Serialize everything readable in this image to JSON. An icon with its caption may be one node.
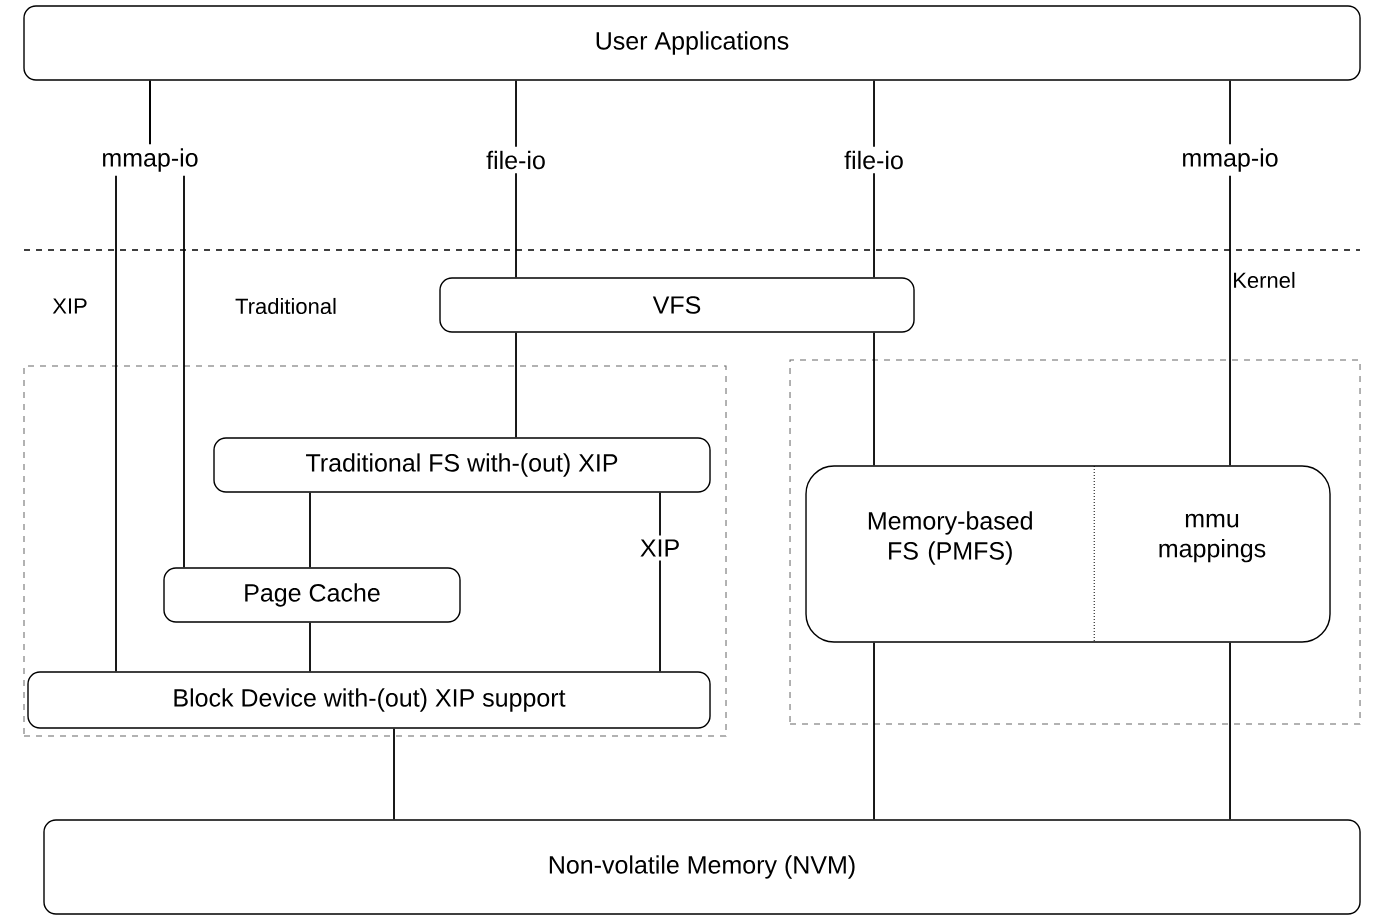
{
  "diagram": {
    "nodes": [
      {
        "text": [
          "User Applications"
        ]
      },
      {
        "text": [
          "VFS"
        ]
      },
      {
        "text": [],
        "shape": "box"
      },
      {
        "text": [
          "Traditional FS with-(out) XIP"
        ],
        "in": 2
      },
      {
        "text": [
          "Page Cache"
        ],
        "in": 2
      },
      {
        "text": [
          "Block Device with-(out) XIP support"
        ],
        "in": 2
      },
      {
        "text": [],
        "shape": "box"
      },
      {
        "text": [
          "Memory-based FS (PMFS)",
          "mmu mappings"
        ],
        "in": 6
      },
      {
        "text": [
          "Non-volatile Memory (NVM)"
        ]
      }
    ],
    "edges": [
      {
        "from": 0,
        "to": 5,
        "arrow": "none",
        "label": "mmap-io"
      },
      {
        "from": 0,
        "to": 4,
        "arrow": "none"
      },
      {
        "from": 0,
        "to": 1,
        "arrow": "none",
        "label": "file-io"
      },
      {
        "from": 1,
        "to": 3,
        "arrow": "none"
      },
      {
        "from": 0,
        "to": 1,
        "arrow": "none",
        "label": "file-io"
      },
      {
        "from": 1,
        "to": 7,
        "arrow": "none"
      },
      {
        "from": 0,
        "to": 7,
        "arrow": "none",
        "label": "mmap-io"
      },
      {
        "from": 3,
        "to": 4,
        "arrow": "none"
      },
      {
        "from": 3,
        "to": 5,
        "arrow": "none",
        "label": "XIP"
      },
      {
        "from": 4,
        "to": 5,
        "arrow": "none"
      },
      {
        "from": 5,
        "to": 8,
        "arrow": "none"
      },
      {
        "from": 7,
        "to": 8,
        "arrow": "none"
      },
      {
        "from": 7,
        "to": 8,
        "arrow": "none"
      }
    ],
    "labels": [
      "XIP",
      "Traditional",
      "Kernel"
    ]
  }
}
